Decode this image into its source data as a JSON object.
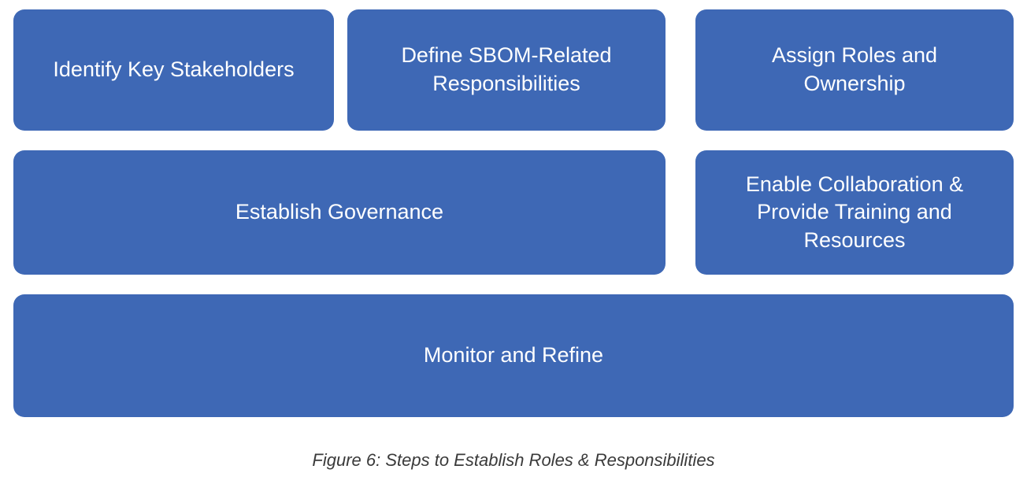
{
  "figure": {
    "caption": "Figure 6: Steps to Establish Roles & Responsibilities"
  },
  "steps": [
    {
      "label": "Identify Key Stakeholders"
    },
    {
      "label": "Define SBOM-Related Responsibilities"
    },
    {
      "label": "Assign Roles and Ownership"
    },
    {
      "label": "Establish Governance"
    },
    {
      "label": "Enable Collaboration & Provide Training and Resources"
    },
    {
      "label": "Monitor and Refine"
    }
  ],
  "colors": {
    "box_fill": "#3E68B5",
    "box_text": "#FFFFFF",
    "caption_text": "#3A3A3A",
    "background": "#FFFFFF"
  }
}
